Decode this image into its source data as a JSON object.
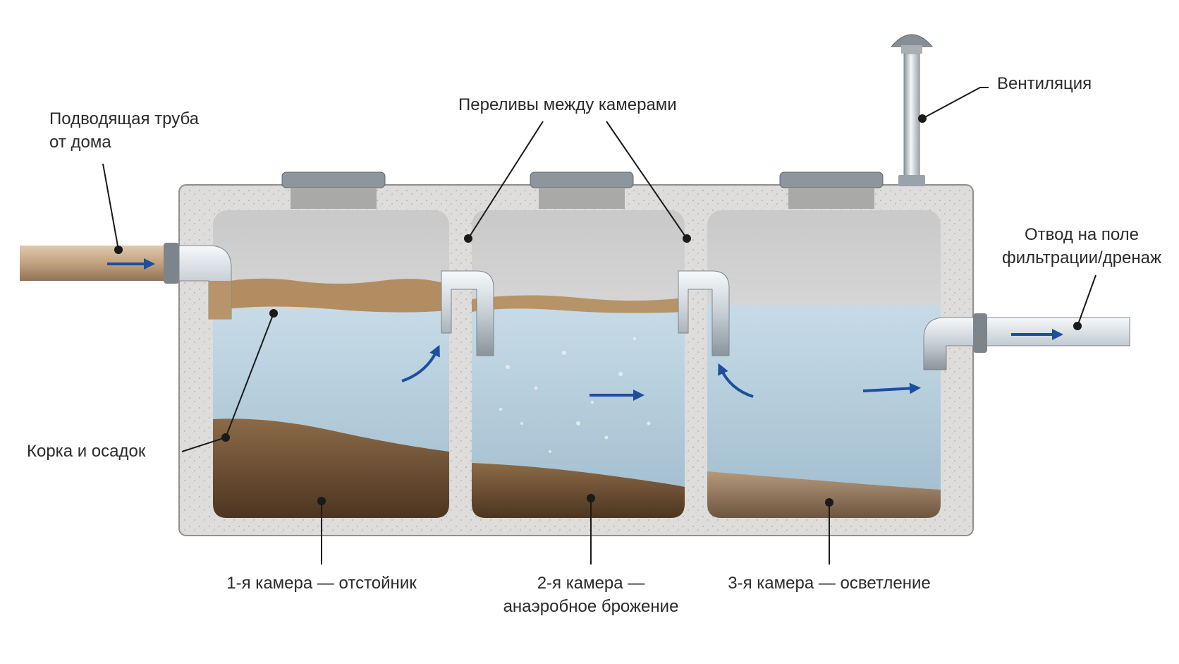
{
  "labels": {
    "inlet": [
      "Подводящая труба",
      "от дома"
    ],
    "overflows": "Переливы между камерами",
    "ventilation": "Вентиляция",
    "outlet": [
      "Отвод на поле",
      "фильтрации/дренаж"
    ],
    "crust": "Корка и осадок",
    "chamber1": "1-я камера — отстойник",
    "chamber2": [
      "2-я камера —",
      "анаэробное брожение"
    ],
    "chamber3": "3-я камера — осветление"
  },
  "colors": {
    "concrete": "#dcdcda",
    "water": "#b9d3e2",
    "sludge": "#7a5a3c",
    "crust": "#b48f62",
    "pipe_inlet": "#c9ab8a",
    "pipe_metal": "#d9dfe4",
    "flow_arrow": "#1d4f9c",
    "leader": "#1a1a1a"
  }
}
